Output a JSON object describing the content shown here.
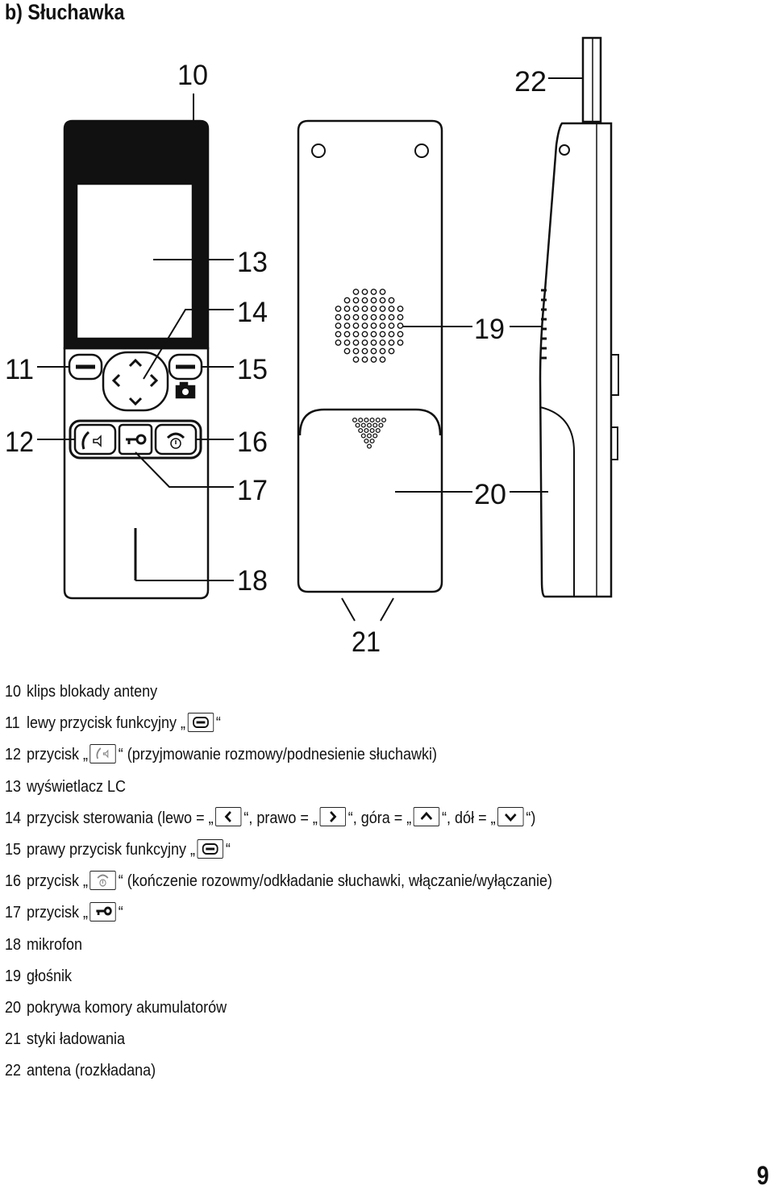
{
  "heading": "b) Słuchawka",
  "callouts": {
    "c10": "10",
    "c11": "11",
    "c12": "12",
    "c13": "13",
    "c14": "14",
    "c15": "15",
    "c16": "16",
    "c17": "17",
    "c18": "18",
    "c19": "19",
    "c20": "20",
    "c21": "21",
    "c22": "22"
  },
  "legend": {
    "i10": {
      "num": "10",
      "text": "klips blokady anteny"
    },
    "i11": {
      "num": "11",
      "pre": "lewy przycisk funkcyjny „",
      "post": "“",
      "icon": "softkey-icon"
    },
    "i12": {
      "num": "12",
      "pre": "przycisk „",
      "post": "“ (przyjmowanie rozmowy/podnesienie słuchawki)",
      "icon": "talk-speaker-icon"
    },
    "i13": {
      "num": "13",
      "text": "wyświetlacz LC"
    },
    "i14": {
      "num": "14",
      "t1": "przycisk sterowania (lewo = „",
      "t2": "“, prawo = „",
      "t3": "“, góra = „",
      "t4": "“, dół = „",
      "t5": "“)",
      "icons": [
        "arrow-left-icon",
        "arrow-right-icon",
        "arrow-up-icon",
        "arrow-down-icon"
      ]
    },
    "i15": {
      "num": "15",
      "pre": "prawy przycisk funkcyjny „",
      "post": "“",
      "icon": "softkey-icon"
    },
    "i16": {
      "num": "16",
      "pre": "przycisk „",
      "post": "“ (kończenie rozowmy/odkładanie słuchawki, włączanie/wyłączanie)",
      "icon": "end-call-power-icon"
    },
    "i17": {
      "num": "17",
      "pre": "przycisk „",
      "post": "“",
      "icon": "key-icon"
    },
    "i18": {
      "num": "18",
      "text": "mikrofon"
    },
    "i19": {
      "num": "19",
      "text": "głośnik"
    },
    "i20": {
      "num": "20",
      "text": "pokrywa komory akumulatorów"
    },
    "i21": {
      "num": "21",
      "text": "styki ładowania"
    },
    "i22": {
      "num": "22",
      "text": "antena (rozkładana)"
    }
  },
  "page_number": "9"
}
